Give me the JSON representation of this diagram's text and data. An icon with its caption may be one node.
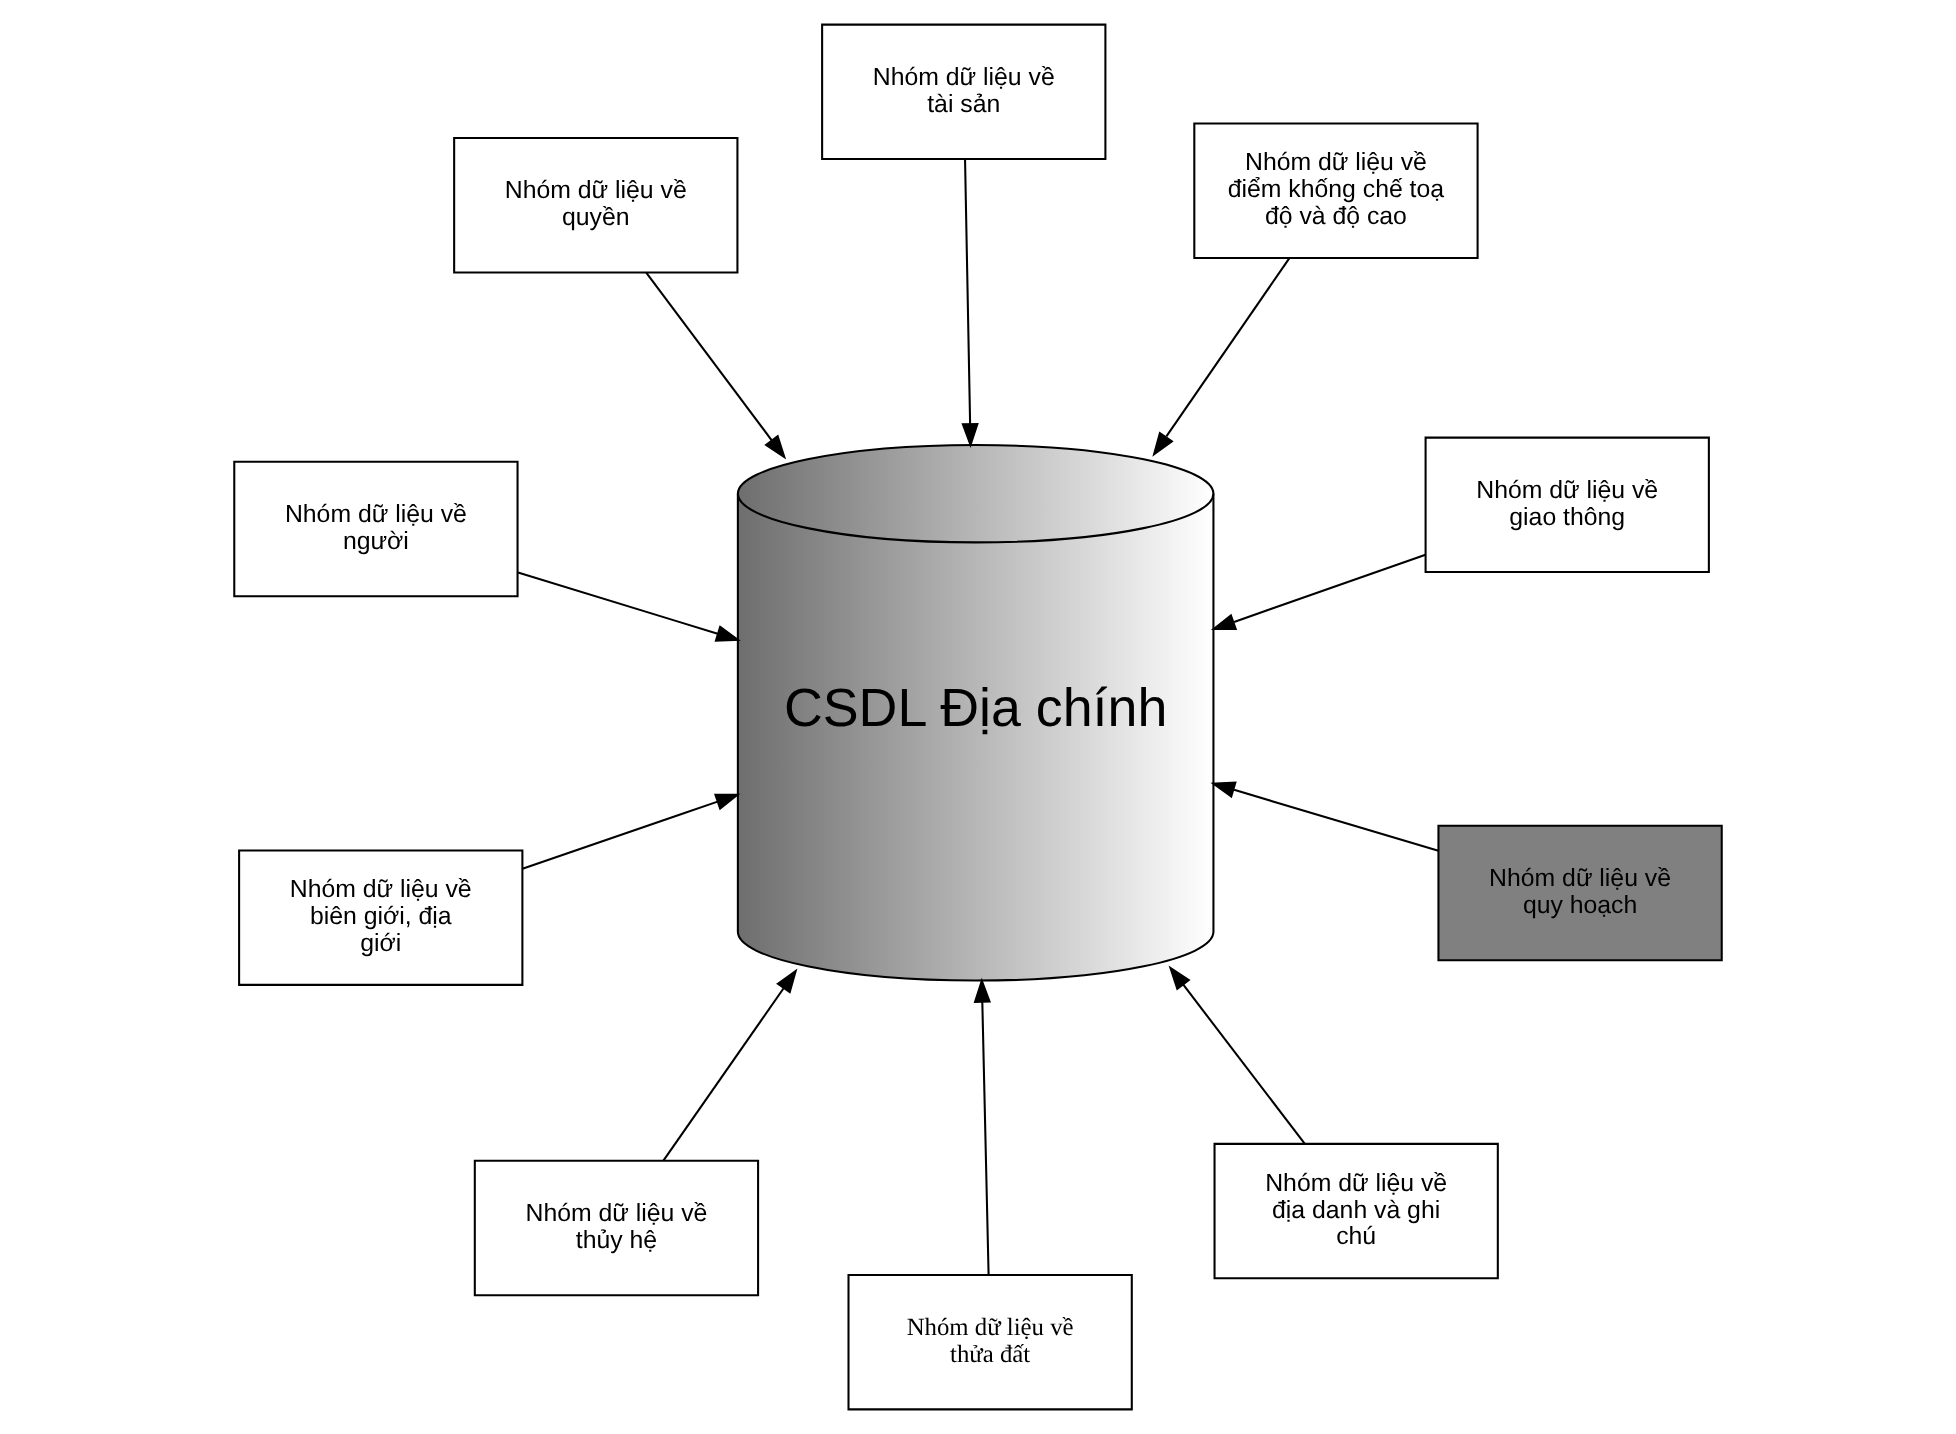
{
  "diagram": {
    "nodes": [
      {
        "text": [
          "Nhóm dữ liệu về biên giới, địa giới"
        ]
      },
      {
        "text": [
          "Nhóm dữ liệu về giao thông"
        ]
      },
      {
        "text": [
          "Nhóm dữ liệu về thủy hệ"
        ]
      },
      {
        "text": [
          "Nhóm dữ liệu về quyền"
        ]
      },
      {
        "text": [
          "Nhóm dữ liệu về điểm khống chế toạ độ và độ cao"
        ]
      },
      {
        "text": [
          "Nhóm dữ liệu về người"
        ]
      },
      {
        "text": [
          "CSDL Địa chính"
        ]
      },
      {
        "text": [
          "Nhóm dữ liệu về quy hoạch"
        ]
      },
      {
        "text": [
          "Nhóm dữ liệu về tài sản"
        ]
      },
      {
        "text": [
          "Nhóm dữ liệu về thửa đất"
        ]
      },
      {
        "text": [
          "Nhóm dữ liệu về địa danh và ghi chú"
        ]
      }
    ],
    "edges": [
      {
        "from": 0,
        "to": 6,
        "arrow": "to"
      },
      {
        "from": 1,
        "to": 6,
        "arrow": "to"
      },
      {
        "from": 2,
        "to": 6,
        "arrow": "to"
      },
      {
        "from": 3,
        "to": 6,
        "arrow": "to"
      },
      {
        "from": 4,
        "to": 6,
        "arrow": "to"
      },
      {
        "from": 5,
        "to": 6,
        "arrow": "to"
      },
      {
        "from": 7,
        "to": 6,
        "arrow": "to"
      },
      {
        "from": 8,
        "to": 6,
        "arrow": "to"
      },
      {
        "from": 9,
        "to": 6,
        "arrow": "to"
      },
      {
        "from": 10,
        "to": 6,
        "arrow": "to"
      }
    ]
  }
}
